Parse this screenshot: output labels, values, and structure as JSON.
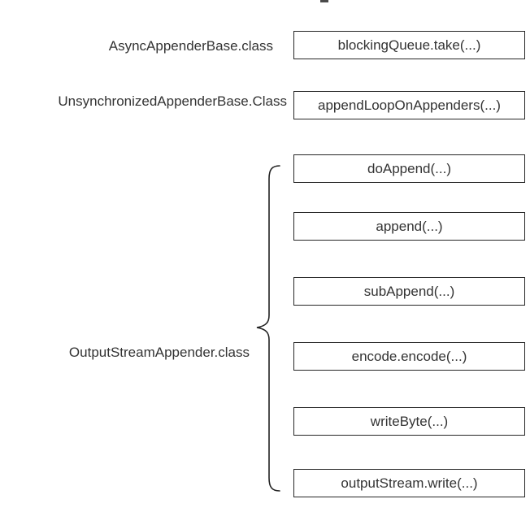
{
  "diagram": {
    "title_hint": "logback appender call hierarchy",
    "artifact": {
      "top_edge_dash": ""
    },
    "groups": [
      {
        "label": "AsyncAppenderBase.class",
        "methods": [
          "blockingQueue.take(...)"
        ]
      },
      {
        "label": "UnsynchronizedAppenderBase.Class",
        "methods": [
          "appendLoopOnAppenders(...)"
        ]
      },
      {
        "label": "OutputStreamAppender.class",
        "methods": [
          "doAppend(...)",
          "append(...)",
          "subAppend(...)",
          "encode.encode(...)",
          "writeByte(...)",
          "outputStream.write(...)"
        ]
      }
    ],
    "colors": {
      "background": "#ffffff",
      "text": "#333333",
      "box_border": "#262626",
      "brace": "#222222"
    }
  }
}
